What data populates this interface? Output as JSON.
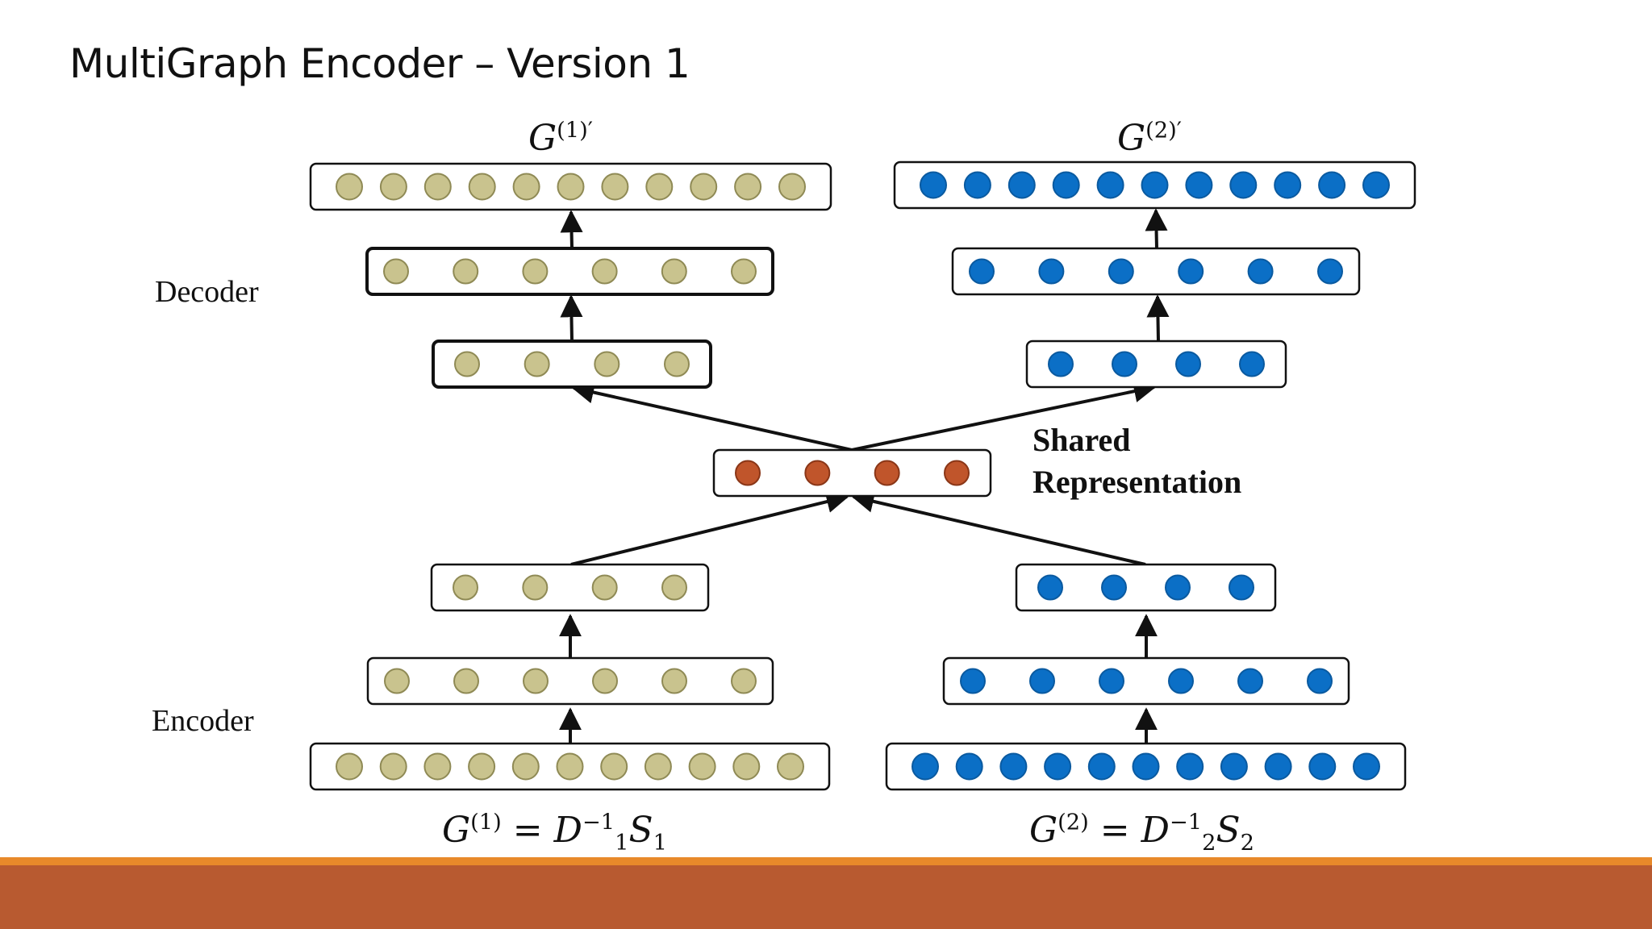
{
  "slide": {
    "title": "MultiGraph Encoder – Version 1",
    "accent_colors": {
      "footer_bar": "#b85a30",
      "footer_stripe": "#e8892a"
    }
  },
  "labels": {
    "decoder": "Decoder",
    "encoder": "Encoder",
    "shared_line1": "Shared",
    "shared_line2": "Representation"
  },
  "math": {
    "top_left": {
      "base": "G",
      "sup": "(1)′"
    },
    "top_right": {
      "base": "G",
      "sup": "(2)′"
    },
    "bottom_left": {
      "lhs": "G",
      "lhs_sup": "(1)",
      "eq": "=",
      "d": "D",
      "d_sub": "1",
      "d_sup": "−1",
      "s": "S",
      "s_sub": "1"
    },
    "bottom_right": {
      "lhs": "G",
      "lhs_sup": "(2)",
      "eq": "=",
      "d": "D",
      "d_sub": "2",
      "d_sup": "−1",
      "s": "S",
      "s_sub": "2"
    }
  },
  "node_colors": {
    "graph1": "#c9c38e",
    "graph1_stroke": "#8f8a55",
    "graph2": "#0b6fc6",
    "graph2_stroke": "#0a5aa0",
    "shared": "#c0552b",
    "shared_stroke": "#8a3617"
  },
  "layers": {
    "graph1_encoder": [
      11,
      6,
      4
    ],
    "graph2_encoder": [
      11,
      6,
      4
    ],
    "shared": [
      4
    ],
    "graph1_decoder": [
      4,
      6,
      11
    ],
    "graph2_decoder": [
      4,
      6,
      11
    ]
  }
}
